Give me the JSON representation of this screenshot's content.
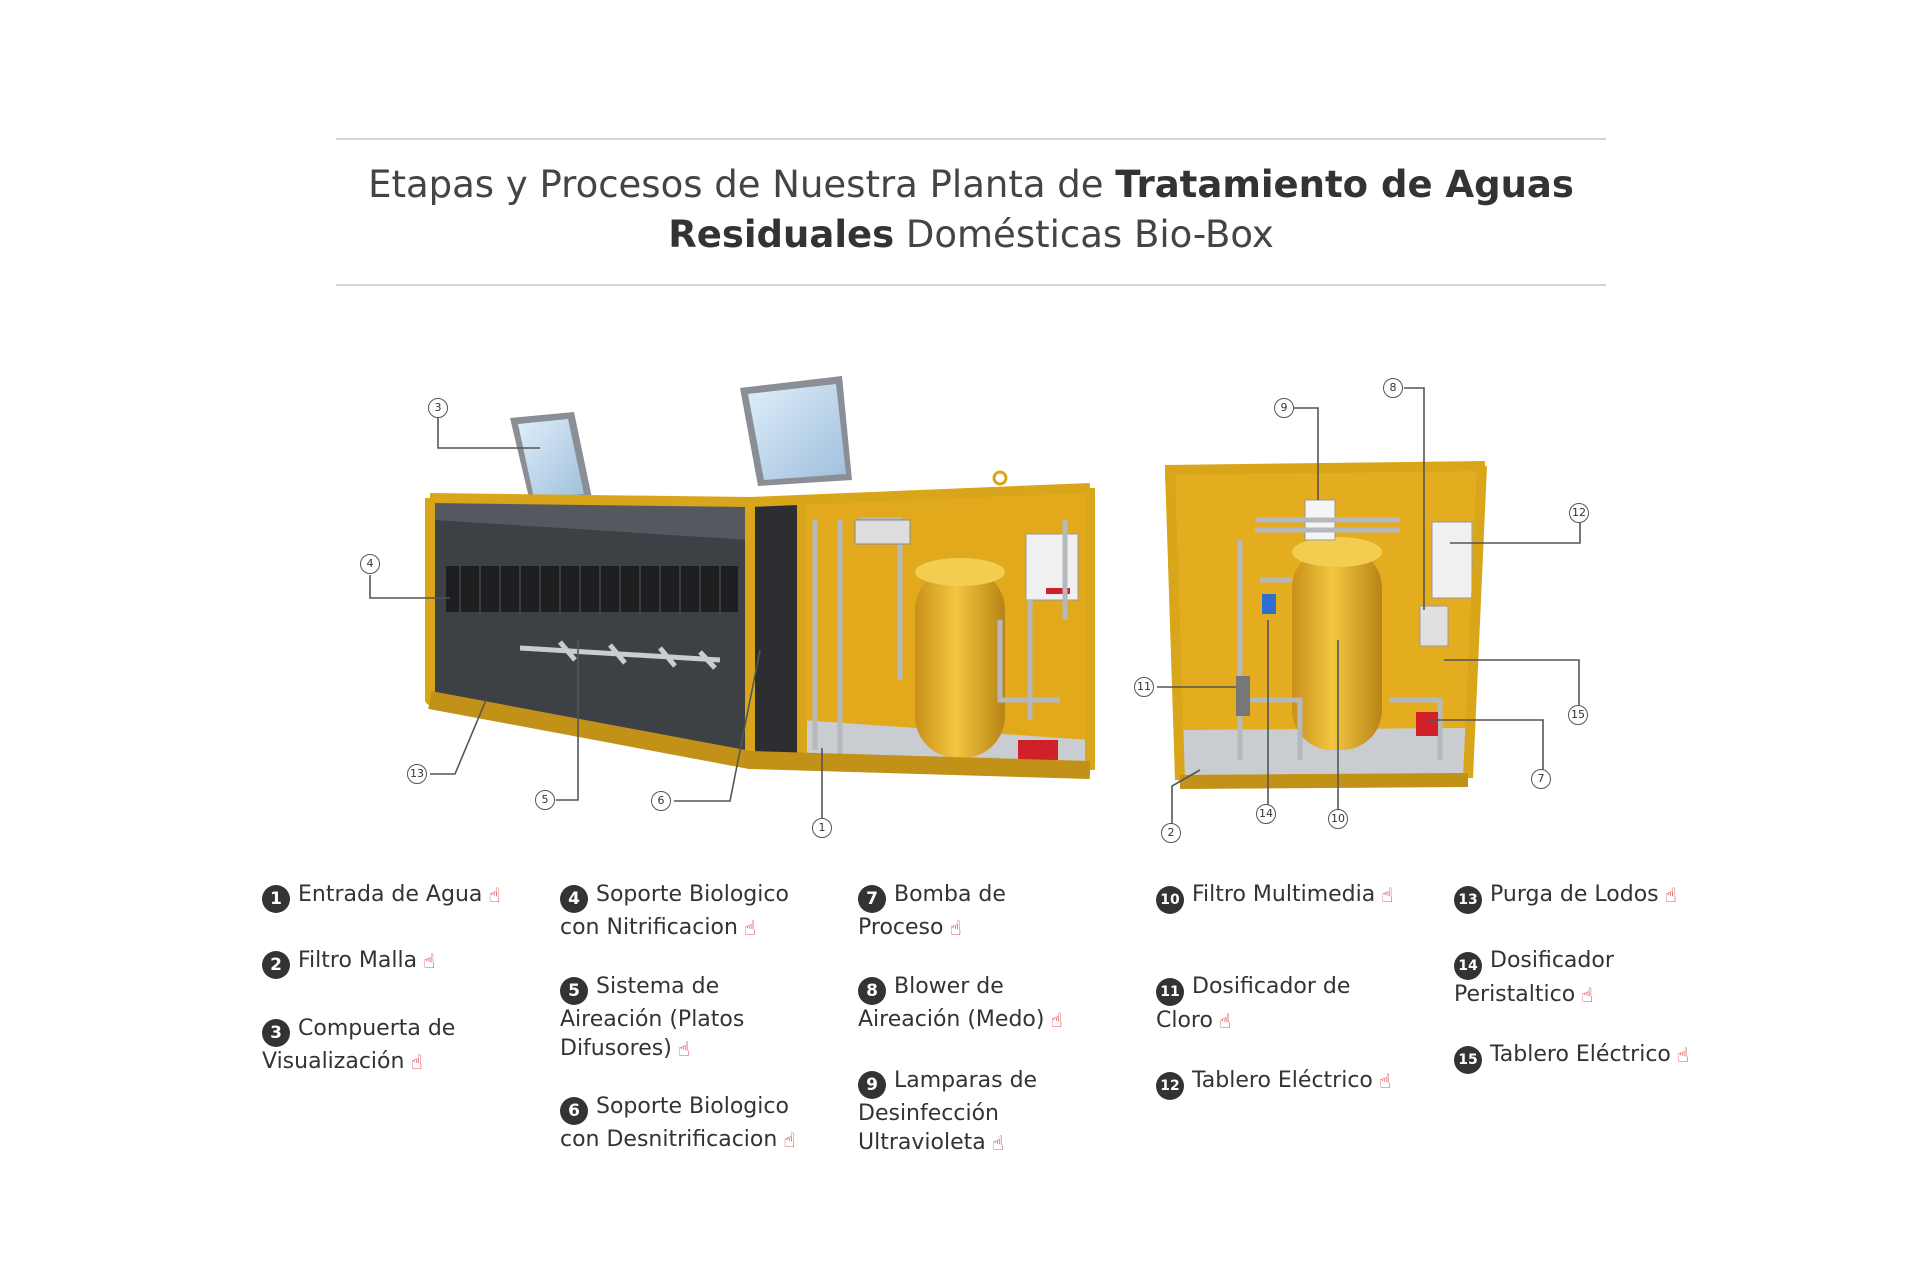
{
  "title": {
    "part1": "Etapas y Procesos de Nuestra Planta de ",
    "bold1": "Tratamiento de Aguas",
    "bold2": "Residuales",
    "part2": " Domésticas Bio-Box"
  },
  "callouts_left": [
    "3",
    "4",
    "13",
    "5",
    "6",
    "1"
  ],
  "callouts_right": [
    "9",
    "8",
    "12",
    "11",
    "15",
    "7",
    "2",
    "14",
    "10"
  ],
  "legend": [
    {
      "num": "1",
      "label": "Entrada de Agua"
    },
    {
      "num": "2",
      "label": "Filtro Malla"
    },
    {
      "num": "3",
      "label": "Compuerta de Visualización"
    },
    {
      "num": "4",
      "label": "Soporte Biologico con Nitrificacion"
    },
    {
      "num": "5",
      "label": "Sistema de Aireación (Platos Difusores)"
    },
    {
      "num": "6",
      "label": "Soporte Biologico con Desnitrificacion"
    },
    {
      "num": "7",
      "label": "Bomba de Proceso"
    },
    {
      "num": "8",
      "label": "Blower de Aireación (Medo)"
    },
    {
      "num": "9",
      "label": "Lamparas de Desinfección Ultravioleta"
    },
    {
      "num": "10",
      "label": "Filtro Multimedia"
    },
    {
      "num": "11",
      "label": "Dosificador de Cloro"
    },
    {
      "num": "12",
      "label": "Tablero Eléctrico"
    },
    {
      "num": "13",
      "label": "Purga de Lodos"
    },
    {
      "num": "14",
      "label": "Dosificador Peristaltico"
    },
    {
      "num": "15",
      "label": "Tablero Eléctrico"
    }
  ],
  "icons": {
    "hand": "pointing-hand-icon"
  },
  "colors": {
    "frame": "#e3b21e",
    "tank": "#e8b630",
    "accent": "#d0202a"
  }
}
